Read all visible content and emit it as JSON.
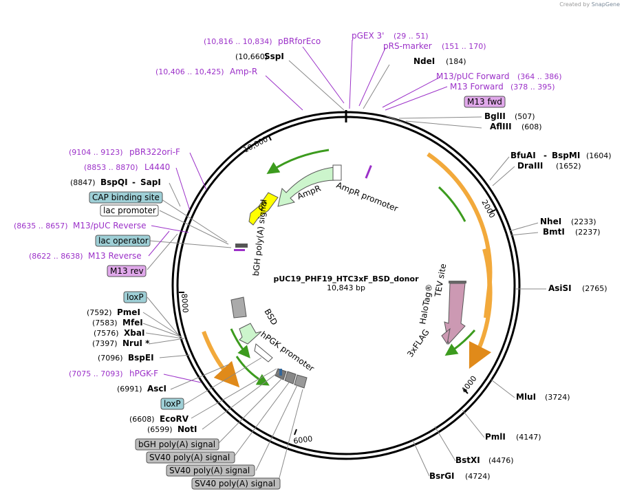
{
  "credit": {
    "prefix": "Created by",
    "brand": "SnapGene"
  },
  "plasmid": {
    "name": "pUC19_PHF19_HTC3xF_BSD_donor",
    "size": "10,843 bp"
  },
  "ticks": [
    "10,000",
    "2000",
    "4000",
    "6000",
    "8000"
  ],
  "enzymes": [
    {
      "name": "SspI",
      "pos": "(10,660)"
    },
    {
      "name": "NdeI",
      "pos": "(184)"
    },
    {
      "name": "BglII",
      "pos": "(507)"
    },
    {
      "name": "AflIII",
      "pos": "(608)"
    },
    {
      "name": "BfuAI",
      "name2": "BspMI",
      "pos": "(1604)"
    },
    {
      "name": "DraIII",
      "pos": "(1652)"
    },
    {
      "name": "NheI",
      "pos": "(2233)"
    },
    {
      "name": "BmtI",
      "pos": "(2237)"
    },
    {
      "name": "AsiSI",
      "pos": "(2765)"
    },
    {
      "name": "MluI",
      "pos": "(3724)"
    },
    {
      "name": "PmlI",
      "pos": "(4147)"
    },
    {
      "name": "BstXI",
      "pos": "(4476)"
    },
    {
      "name": "BsrGI",
      "pos": "(4724)"
    },
    {
      "name": "BspQI",
      "name2": "SapI",
      "pos": "(8847)"
    },
    {
      "name": "PmeI",
      "pos": "(7592)"
    },
    {
      "name": "MfeI",
      "pos": "(7583)"
    },
    {
      "name": "XbaI",
      "pos": "(7576)"
    },
    {
      "name": "NruI *",
      "pos": "(7397)"
    },
    {
      "name": "BspEI",
      "pos": "(7096)"
    },
    {
      "name": "AscI",
      "pos": "(6991)"
    },
    {
      "name": "EcoRV",
      "pos": "(6608)"
    },
    {
      "name": "NotI",
      "pos": "(6599)"
    }
  ],
  "primers": [
    {
      "name": "pBRforEco",
      "pos": "(10,816 .. 10,834)"
    },
    {
      "name": "pGEX 3'",
      "pos": "(29 .. 51)"
    },
    {
      "name": "pRS-marker",
      "pos": "(151 .. 170)"
    },
    {
      "name": "Amp-R",
      "pos": "(10,406 .. 10,425)"
    },
    {
      "name": "M13/pUC Forward",
      "pos": "(364 .. 386)"
    },
    {
      "name": "M13 Forward",
      "pos": "(378 .. 395)"
    },
    {
      "name": "pBR322ori-F",
      "pos": "(9104 .. 9123)"
    },
    {
      "name": "L4440",
      "pos": "(8853 .. 8870)"
    },
    {
      "name": "M13/pUC Reverse",
      "pos": "(8635 .. 8657)"
    },
    {
      "name": "M13 Reverse",
      "pos": "(8622 .. 8638)"
    },
    {
      "name": "hPGK-F",
      "pos": "(7075 .. 7093)"
    }
  ],
  "boxed": [
    {
      "label": "M13 fwd",
      "kind": "primer-box"
    },
    {
      "label": "CAP binding site",
      "kind": "protein-bind"
    },
    {
      "label": "lac promoter",
      "kind": "promoter"
    },
    {
      "label": "lac operator",
      "kind": "protein-bind"
    },
    {
      "label": "M13 rev",
      "kind": "primer-box"
    },
    {
      "label": "loxP",
      "kind": "protein-bind"
    },
    {
      "label": "loxP",
      "kind": "protein-bind"
    },
    {
      "label": "bGH poly(A) signal",
      "kind": "terminator"
    },
    {
      "label": "SV40 poly(A) signal",
      "kind": "terminator"
    },
    {
      "label": "SV40 poly(A) signal",
      "kind": "terminator"
    },
    {
      "label": "SV40 poly(A) signal",
      "kind": "terminator"
    }
  ],
  "features": {
    "ampr": "AmpR",
    "ampr_promoter": "AmpR promoter",
    "ori": "ori",
    "bgh": "bGH poly(A) signal",
    "bsd": "BSD",
    "hpgk": "hPGK promoter",
    "halotag": "HaloTag®",
    "tev": "TEV site",
    "flag": "3xFLAG"
  },
  "colors": {
    "primer": "#9b30c8",
    "protein_bind": "#9ecfd6",
    "terminator": "#bdbdbd",
    "primer_box": "#e0a8ea",
    "ampr_fill": "#ccf5cc",
    "ori_fill": "#ffff00",
    "halotag_fill": "#cc99b3",
    "orf_orange": "#f2a93b",
    "orf_green": "#3c9b1e"
  }
}
